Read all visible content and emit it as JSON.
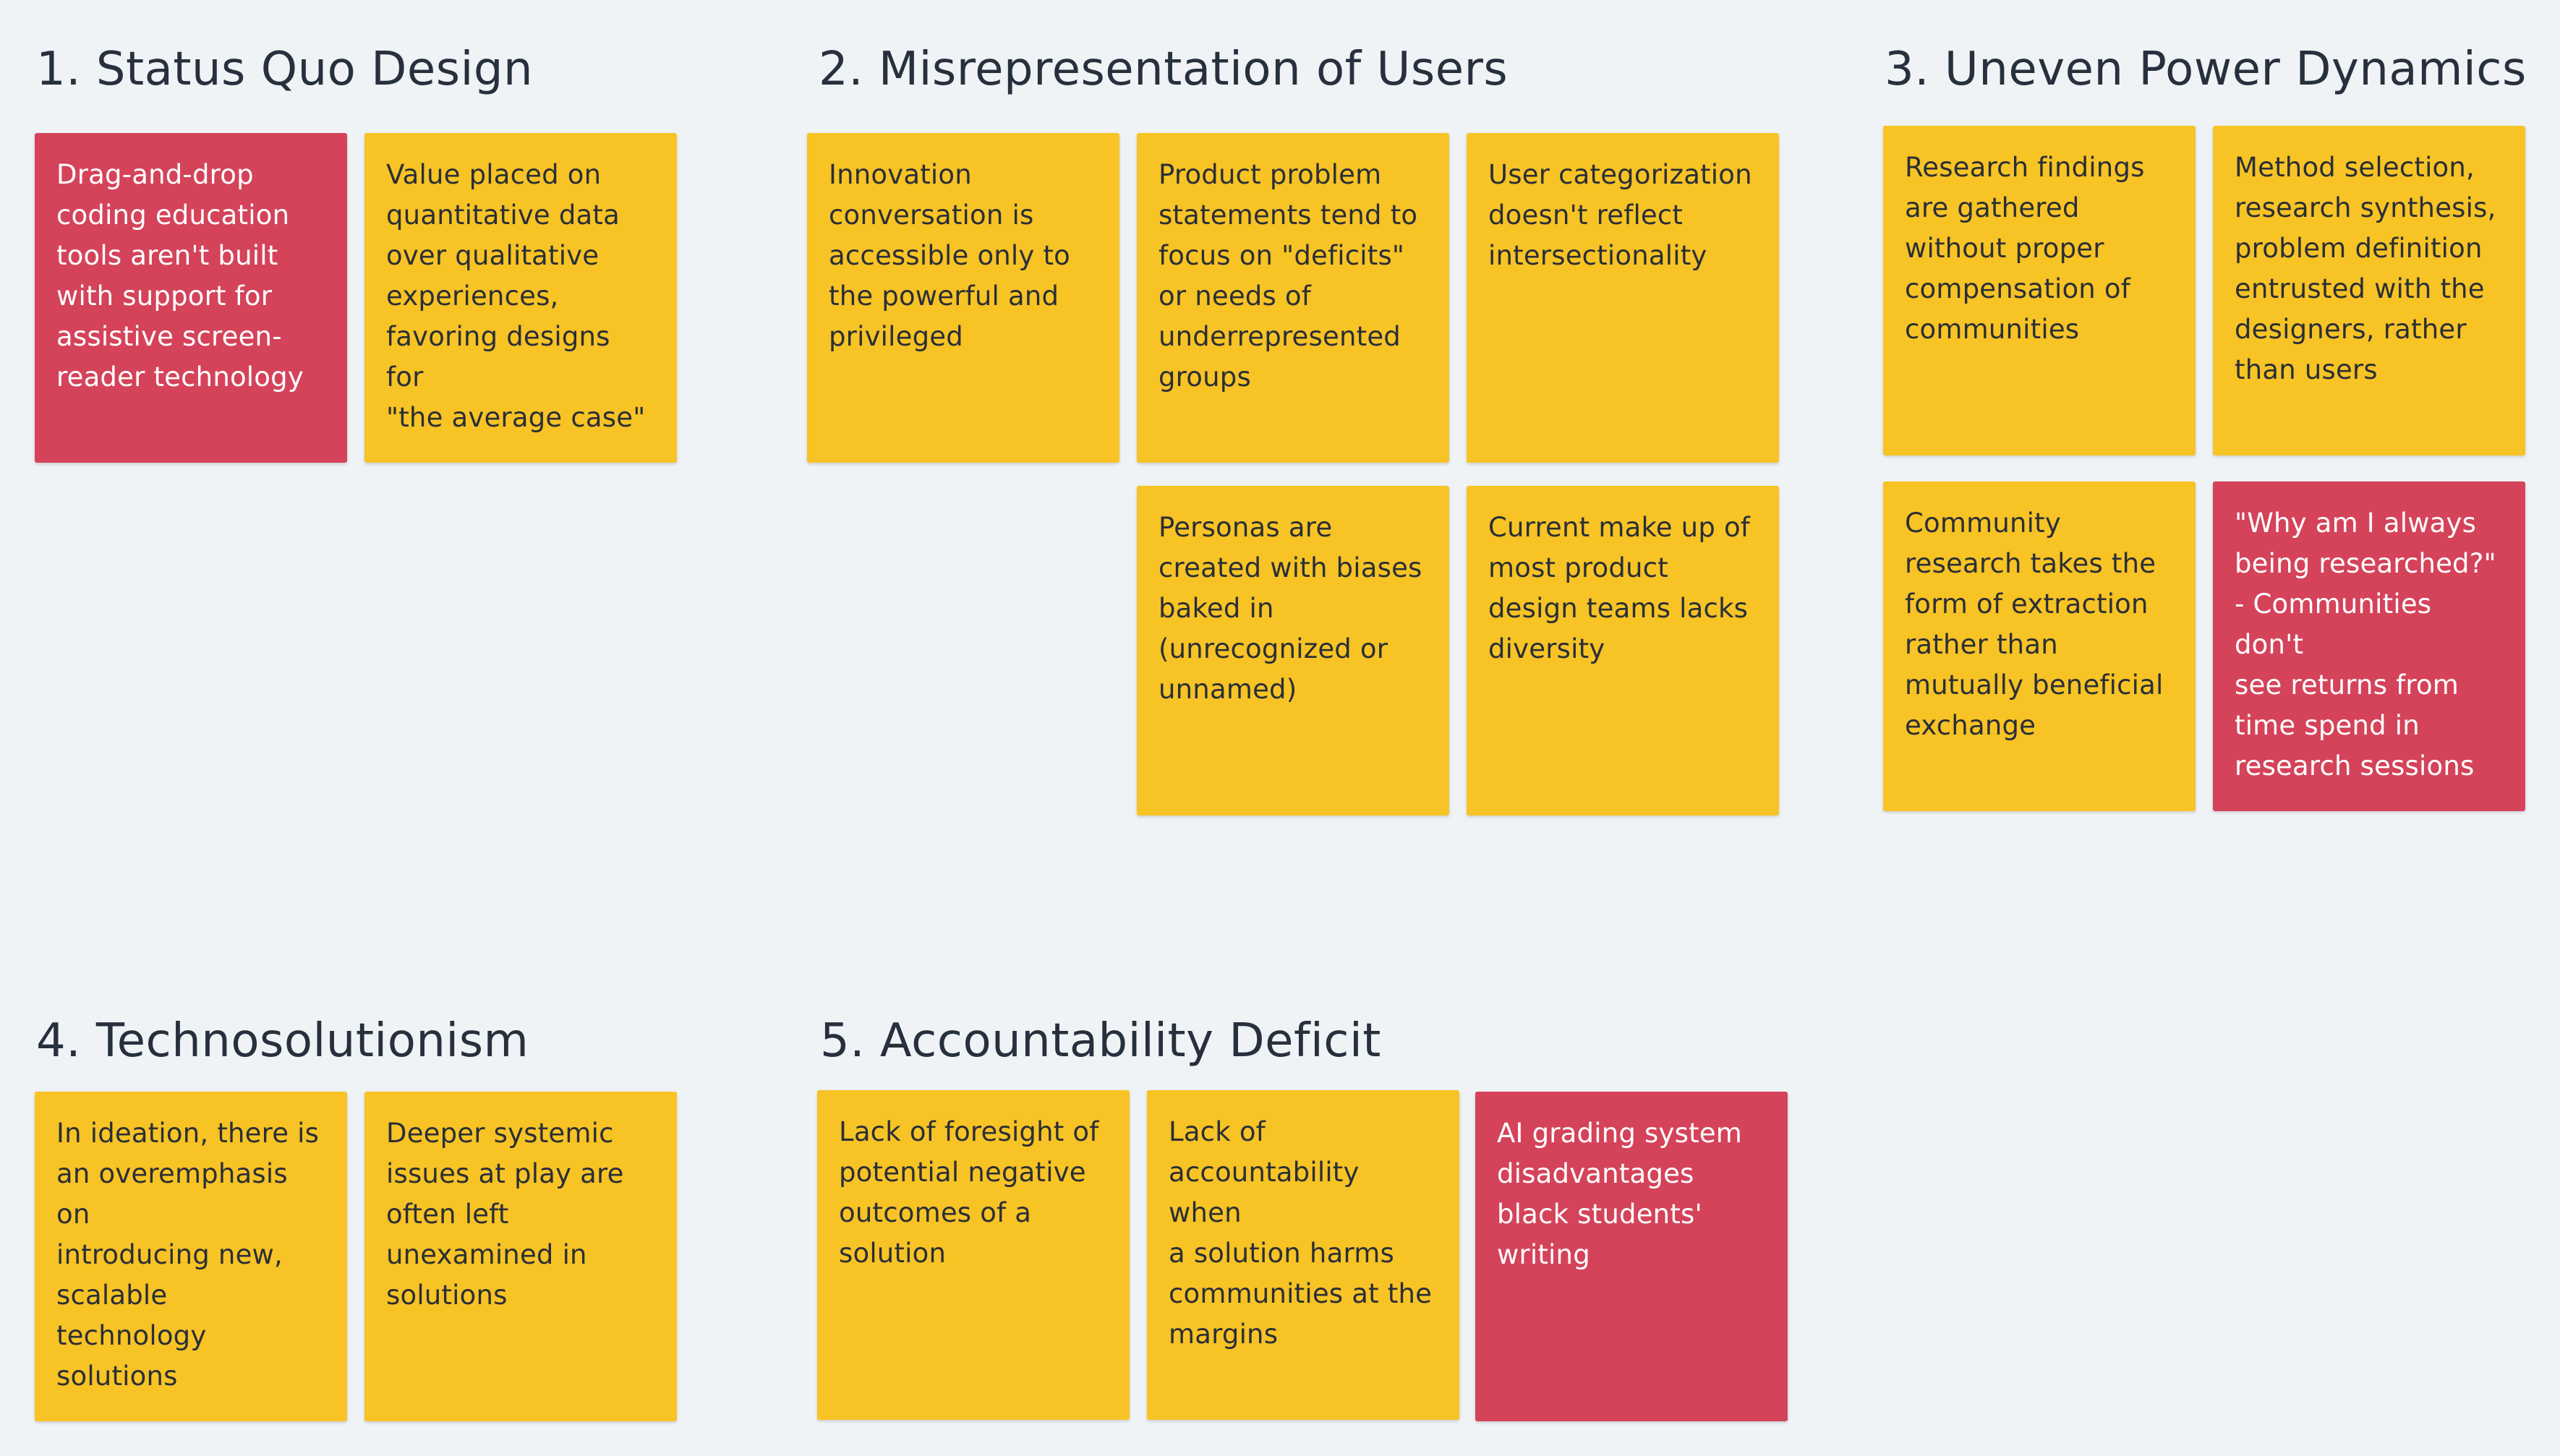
{
  "board": {
    "colors": {
      "background": "#f0f3f6",
      "yellow_note": "#f7c325",
      "red_note": "#d4435a",
      "title_text": "#27303d"
    },
    "clusters": [
      {
        "title": "1. Status Quo Design",
        "notes": [
          {
            "color": "red",
            "text": "Drag-and-drop\ncoding education\ntools aren't built\nwith support for\nassistive screen-\nreader technology"
          },
          {
            "color": "yellow",
            "text": "Value placed on\nquantitative data\nover qualitative\nexperiences,\nfavoring designs for\n\"the average case\""
          }
        ]
      },
      {
        "title": "2. Misrepresentation of Users",
        "notes": [
          {
            "color": "yellow",
            "text": "Innovation\nconversation is\naccessible only to\nthe powerful and\nprivileged"
          },
          {
            "color": "yellow",
            "text": "Product problem\nstatements tend to\nfocus on \"deficits\"\nor needs of\nunderrepresented\ngroups"
          },
          {
            "color": "yellow",
            "text": "User categorization\ndoesn't reflect\nintersectionality"
          },
          {
            "color": "yellow",
            "text": "Personas are\ncreated with biases\nbaked in\n(unrecognized or\nunnamed)"
          },
          {
            "color": "yellow",
            "text": "Current make up of\nmost product\ndesign teams lacks\ndiversity"
          }
        ]
      },
      {
        "title": "3. Uneven Power Dynamics",
        "notes": [
          {
            "color": "yellow",
            "text": "Research findings\nare gathered\nwithout proper\ncompensation of\ncommunities"
          },
          {
            "color": "yellow",
            "text": "Method selection,\nresearch synthesis,\nproblem definition\nentrusted with the\ndesigners, rather\nthan users"
          },
          {
            "color": "yellow",
            "text": "Community\nresearch takes the\nform of extraction\nrather than\nmutually beneficial\nexchange"
          },
          {
            "color": "red",
            "text": "\"Why am I always\nbeing researched?\"\n- Communities don't\nsee returns from\ntime spend in\nresearch sessions"
          }
        ]
      },
      {
        "title": "4. Technosolutionism",
        "notes": [
          {
            "color": "yellow",
            "text": "In ideation, there is\nan overemphasis on\nintroducing new,\nscalable technology\nsolutions"
          },
          {
            "color": "yellow",
            "text": "Deeper systemic\nissues at play are\noften left\nunexamined in\nsolutions"
          }
        ]
      },
      {
        "title": "5. Accountability Deficit",
        "notes": [
          {
            "color": "yellow",
            "text": "Lack of foresight of\npotential negative\noutcomes of a\nsolution"
          },
          {
            "color": "yellow",
            "text": "Lack of\naccountability when\na solution harms\ncommunities at the\nmargins"
          },
          {
            "color": "red",
            "text": "AI grading system\ndisadvantages\nblack students'\nwriting"
          }
        ]
      }
    ]
  }
}
